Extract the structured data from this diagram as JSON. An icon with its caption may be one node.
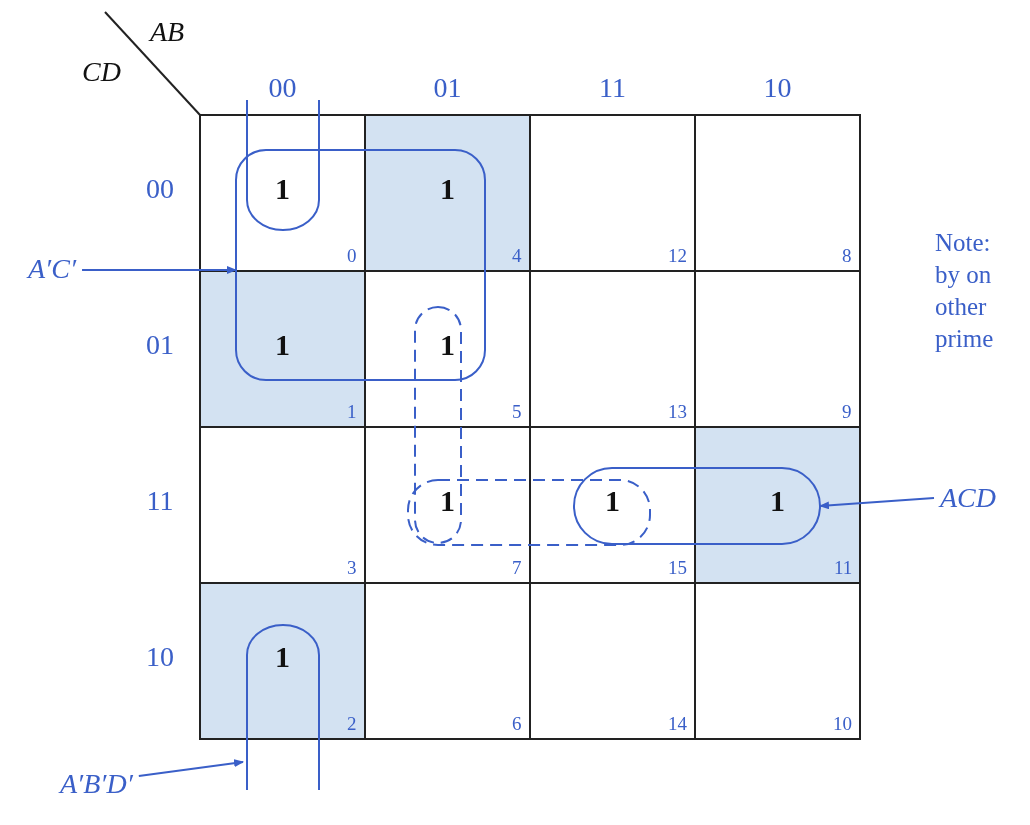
{
  "diagram": {
    "nodes": [
      {
        "text": [],
        "shape": "box"
      },
      {
        "text": [],
        "shape": "box"
      },
      {
        "text": [],
        "shape": "box"
      },
      {
        "text": [],
        "shape": "box"
      },
      {
        "text": [],
        "shape": "box"
      },
      {
        "text": [
          "A′C′"
        ]
      },
      {
        "text": [
          "ACD"
        ]
      },
      {
        "text": [
          "A′B′D′"
        ]
      }
    ],
    "edges": [
      {
        "from": 5,
        "to": 1,
        "arrow": "to"
      },
      {
        "from": 6,
        "to": 4,
        "arrow": "to"
      },
      {
        "from": 7,
        "to": 0,
        "arrow": "to"
      }
    ],
    "labels": [
      "AB",
      "CD",
      "00",
      "01",
      "11",
      "10",
      "00",
      "1",
      "0",
      "1",
      "4",
      "12",
      "8",
      "01",
      "1",
      "1",
      "1",
      "5",
      "13",
      "9",
      "11",
      "3",
      "1",
      "7",
      "1",
      "15",
      "1",
      "11",
      "10",
      "1",
      "2",
      "6",
      "14",
      "10",
      "Note:",
      "by on",
      "other",
      "prime"
    ]
  }
}
